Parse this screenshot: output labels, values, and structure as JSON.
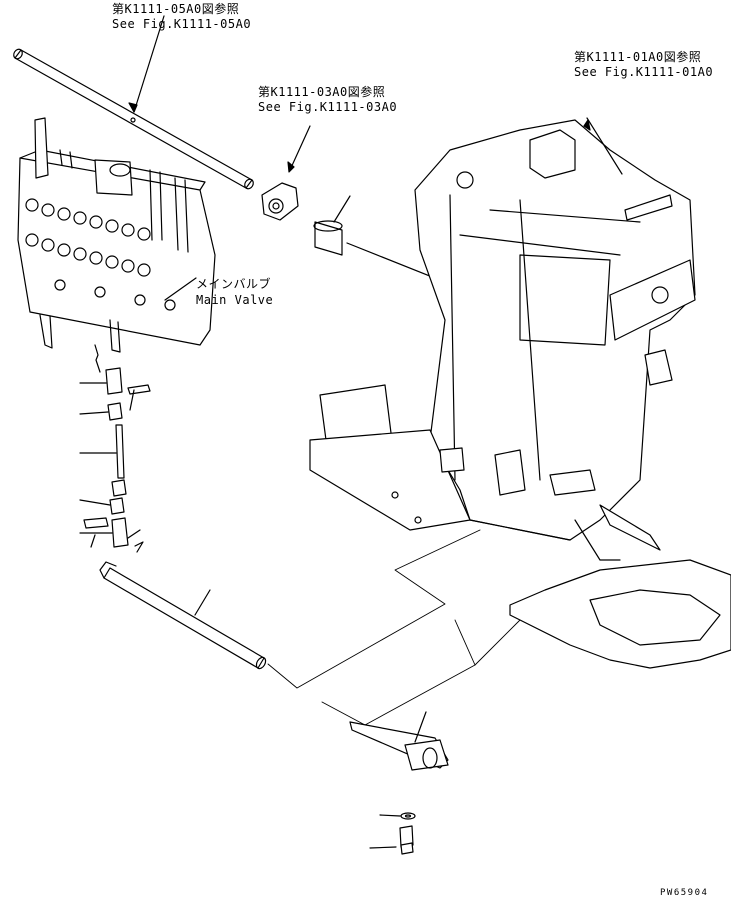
{
  "references": {
    "ref_05a0": {
      "jp": "第K1111-05A0図参照",
      "en": "See Fig.K1111-05A0"
    },
    "ref_03a0": {
      "jp": "第K1111-03A0図参照",
      "en": "See Fig.K1111-03A0"
    },
    "ref_01a0": {
      "jp": "第K1111-01A0図参照",
      "en": "See Fig.K1111-01A0"
    }
  },
  "main_valve": {
    "jp": "メインバルブ",
    "en": "Main Valve"
  },
  "drawing_code": "PW65904",
  "colors": {
    "line": "#000000",
    "background": "#ffffff"
  }
}
